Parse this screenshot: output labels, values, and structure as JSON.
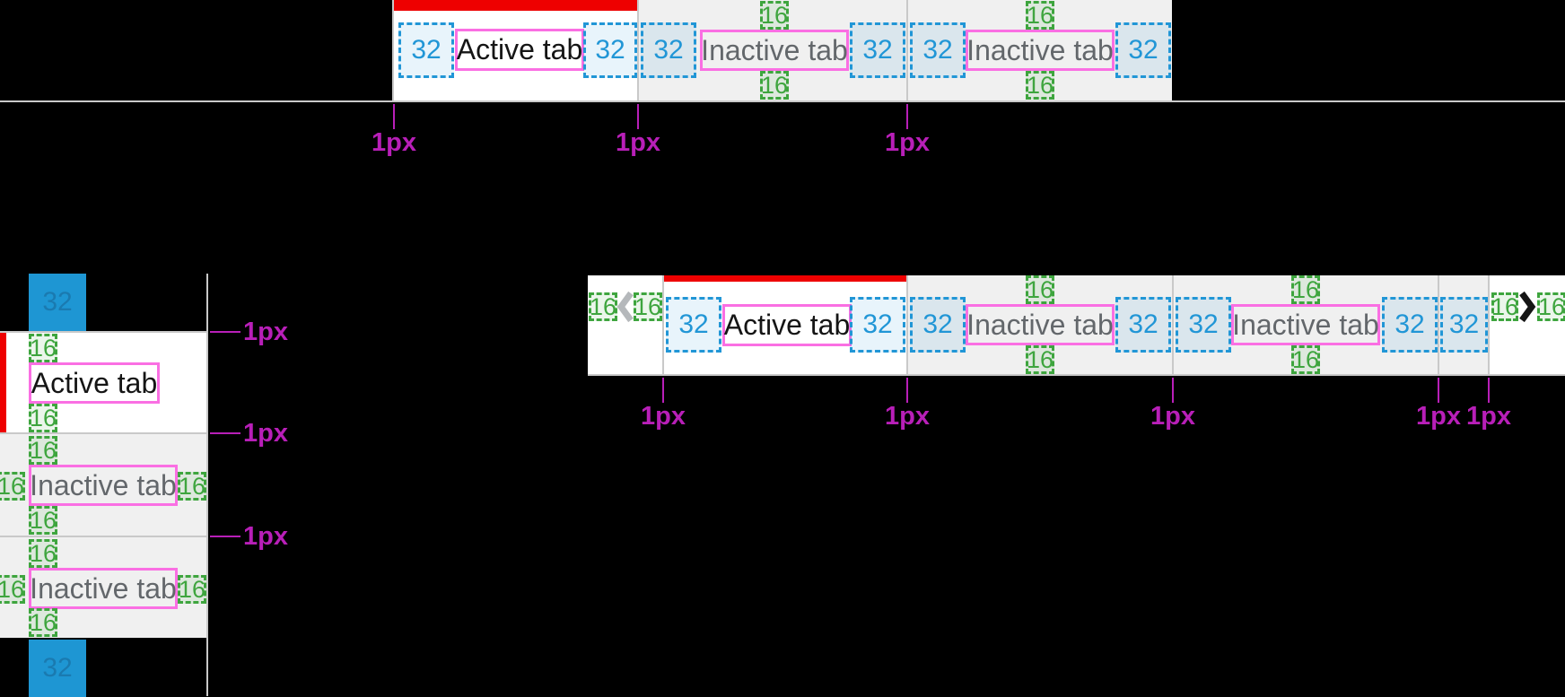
{
  "measurements": {
    "px32": "32",
    "px16": "16",
    "px1": "1px"
  },
  "tab_labels": {
    "active": "Active tab",
    "inactive": "Inactive tab"
  },
  "icons": {
    "chevron_left": "scroll-left-chevron",
    "chevron_right": "scroll-right-chevron"
  },
  "colors": {
    "active_tab_indicator": "#ee0000",
    "annotation_blue": "#2196d6",
    "annotation_green": "#3ea53e",
    "annotation_pink": "#fa6fe3",
    "annotation_magenta": "#b81fb8",
    "blue_spacer_block": "#1e96d3",
    "tab_active_bg": "#ffffff",
    "tab_inactive_bg": "#f0f0f0",
    "divider_gray": "#c9c9c9",
    "active_text": "#151515",
    "inactive_text": "#63676b",
    "chevron_disabled": "#b5b8bb",
    "chevron_enabled": "#151515",
    "page_bg": "#000000"
  },
  "sections": {
    "top_bar_tabs": [
      "active",
      "inactive",
      "inactive"
    ],
    "left_stack_tabs": [
      "active",
      "inactive",
      "inactive"
    ],
    "bottom_bar_tabs": [
      "active",
      "inactive",
      "inactive"
    ]
  }
}
